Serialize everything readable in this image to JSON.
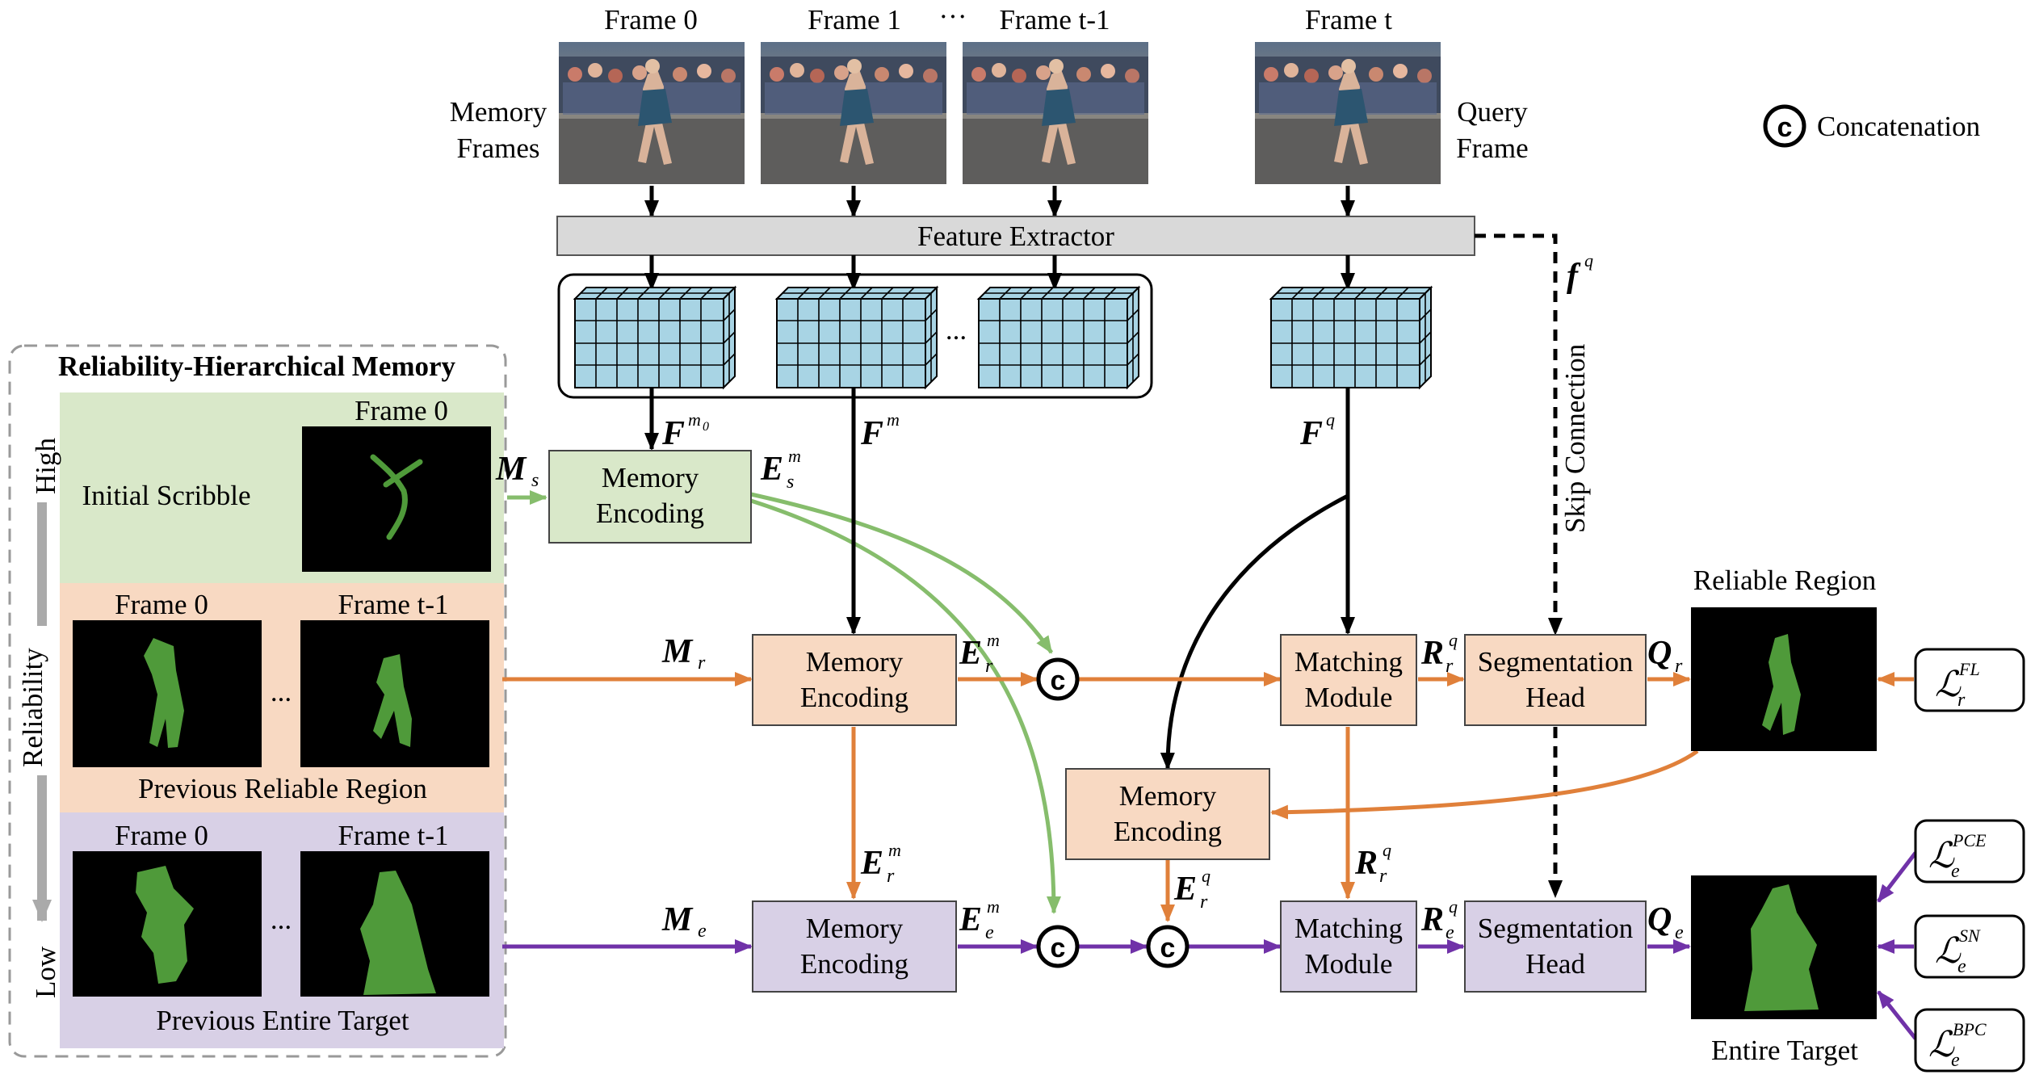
{
  "frames": {
    "frame0": "Frame 0",
    "frame1": "Frame 1",
    "ellipsis": "···",
    "frame_t_minus_1": "Frame t-1",
    "frame_t": "Frame t",
    "memory_frames_line1": "Memory",
    "memory_frames_line2": "Frames",
    "query_frame_line1": "Query",
    "query_frame_line2": "Frame"
  },
  "legend": {
    "concat_symbol": "c",
    "concat_label": "Concatenation"
  },
  "feature_extractor": "Feature Extractor",
  "skip_connection": "Skip Connection",
  "memory_panel": {
    "title": "Reliability-Hierarchical Memory",
    "axis_high": "High",
    "axis_label": "Reliability",
    "axis_low": "Low",
    "initial_scribble": "Initial Scribble",
    "frame0": "Frame 0",
    "frame_t_minus_1": "Frame t-1",
    "dots": "...",
    "previous_reliable_region": "Previous Reliable Region",
    "previous_entire_target": "Previous Entire Target"
  },
  "blocks": {
    "memory_encoding_line1": "Memory",
    "memory_encoding_line2": "Encoding",
    "matching_line1": "Matching",
    "matching_line2": "Module",
    "seg_line1": "Segmentation",
    "seg_line2": "Head"
  },
  "outputs": {
    "reliable_region": "Reliable Region",
    "entire_target": "Entire Target"
  },
  "symbols": {
    "M": "M",
    "E": "E",
    "F": "F",
    "f": "f",
    "R": "R",
    "Q": "Q",
    "L": "ℒ",
    "s": "s",
    "r": "r",
    "e": "e",
    "m": "m",
    "q": "q",
    "m0_base": "m",
    "m0_sub": "0",
    "FL": "FL",
    "PCE": "PCE",
    "SN": "SN",
    "BPC": "BPC"
  },
  "colors": {
    "green": "#86bd6c",
    "green_fill": "#d9e8c9",
    "orange": "#e0803a",
    "orange_fill": "#f8d9c2",
    "purple": "#7032a8",
    "purple_fill": "#d8d0e6",
    "feature_fill": "#d9d9d9",
    "cube_fill": "#a8d4e4",
    "mask_green": "#4f9a3a",
    "axis_gray": "#aaaaaa"
  }
}
